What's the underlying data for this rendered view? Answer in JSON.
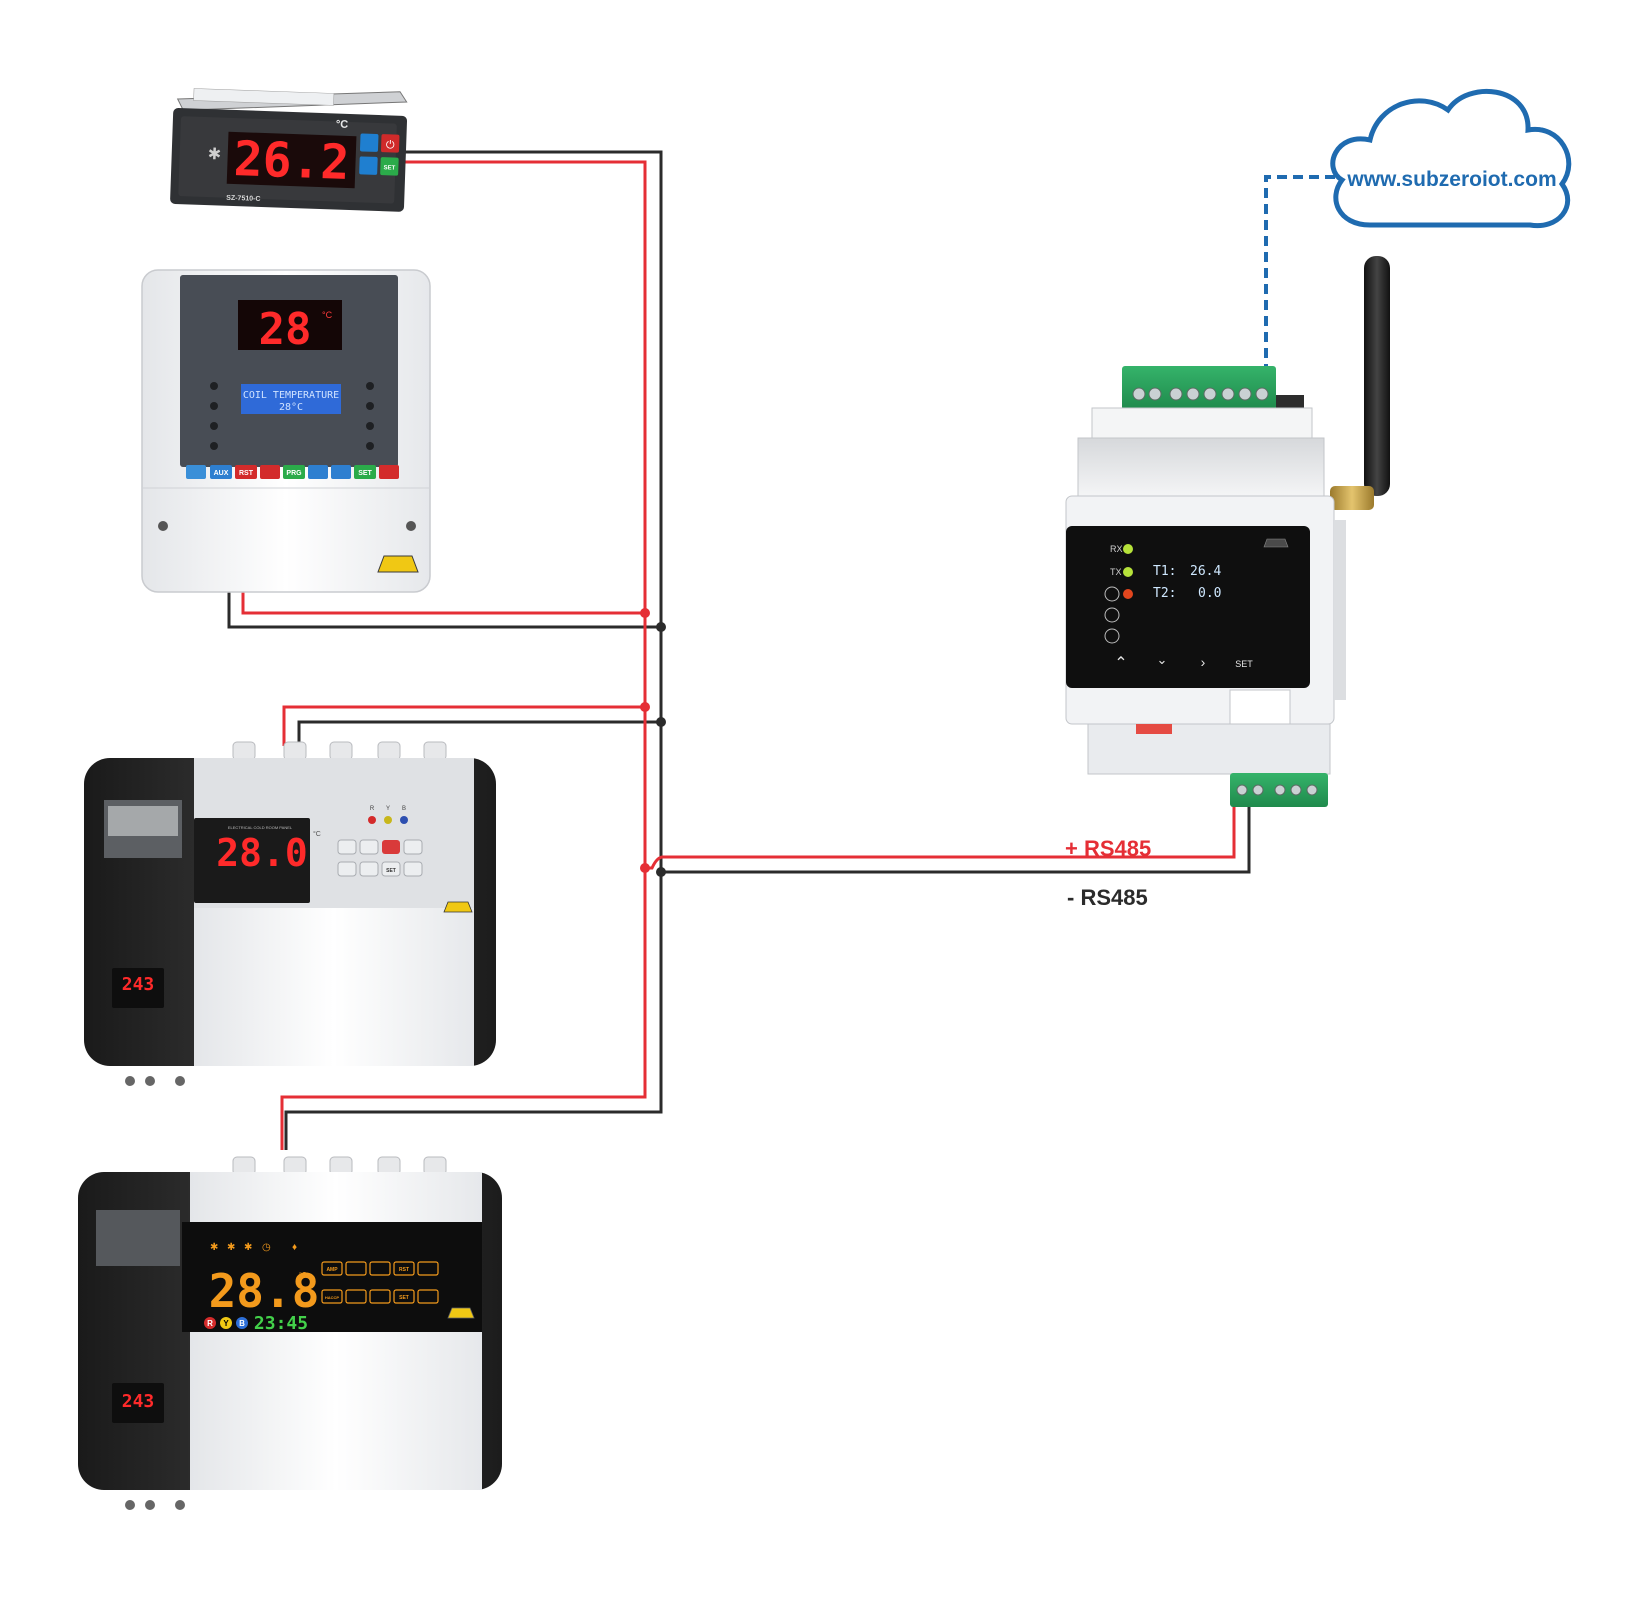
{
  "cloud": {
    "url": "www.subzeroiot.com"
  },
  "bus": {
    "positive_label": "+ RS485",
    "negative_label": "- RS485"
  },
  "colors": {
    "positive_wire": "#e52e35",
    "negative_wire": "#2b2b2b",
    "cloud_blue": "#1f6bb0",
    "link_dashed": "#1f6bb0"
  },
  "controller_small": {
    "display": "26.2",
    "unit": "°C",
    "model": "SZ-7510-C",
    "buttons": [
      "SET"
    ]
  },
  "controller_wall": {
    "display": "28",
    "unit": "°C",
    "lcd_line1": "COIL TEMPERATURE",
    "lcd_line2": "28°C",
    "buttons": [
      "AUX",
      "RST",
      "PRG",
      "SET"
    ]
  },
  "panel_grey": {
    "display": "28.0",
    "unit": "°C",
    "header": "ELECTRICAL COLD ROOM PANEL",
    "phase_labels": [
      "R",
      "Y",
      "B"
    ],
    "buttons": [
      "SET"
    ],
    "meter": "243"
  },
  "panel_black": {
    "display": "28.8",
    "unit": "°C",
    "clock": "23:45",
    "phase_labels": [
      "R",
      "Y",
      "B"
    ],
    "buttons": [
      "AMP",
      "RST",
      "HACCP",
      "SET"
    ],
    "meter": "243"
  },
  "gateway": {
    "leds": [
      "RX",
      "TX"
    ],
    "t1_label": "T1:",
    "t1_value": "26.4",
    "t2_label": "T2:",
    "t2_value": "0.0",
    "set_label": "SET",
    "nav_icons": [
      "up-arrow-icon",
      "down-arrow-icon",
      "right-arrow-icon"
    ]
  }
}
